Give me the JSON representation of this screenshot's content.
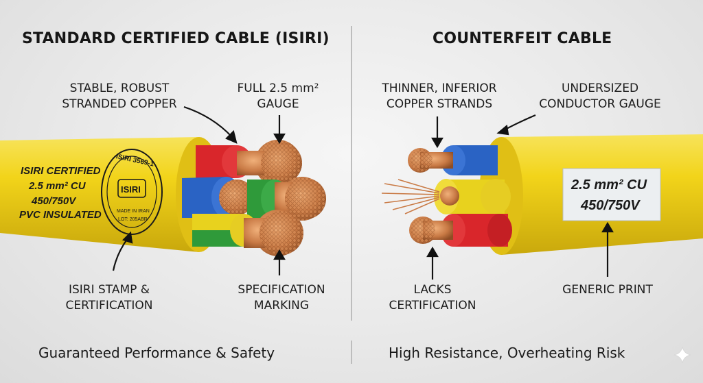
{
  "left": {
    "title": "STANDARD CERTIFIED CABLE (ISIRI)",
    "labels": {
      "stranded": "STABLE, ROBUST\nSTRANDED COPPER",
      "gauge": "FULL 2.5 mm²\nGAUGE",
      "stamp": "ISIRI STAMP &\nCERTIFICATION",
      "spec": "SPECIFICATION\nMARKING"
    },
    "print_lines": [
      "ISIRI CERTIFIED",
      "2.5 mm² CU",
      "450/750V",
      "PVC INSULATED"
    ],
    "stamp": {
      "top": "ISIRI 3569-1",
      "center": "ISIRI",
      "bottom1": "MADE IN IRAN",
      "bottom2": "LOT: 205ABR"
    },
    "footer": "Guaranteed Performance & Safety"
  },
  "right": {
    "title": "COUNTERFEIT CABLE",
    "labels": {
      "strands": "THINNER, INFERIOR\nCOPPER STRANDS",
      "gauge": "UNDERSIZED\nCONDUCTOR GAUGE",
      "cert": "LACKS\nCERTIFICATION",
      "print": "GENERIC PRINT"
    },
    "print_lines": [
      "2.5 mm² CU",
      "450/750V"
    ],
    "footer": "High Resistance, Overheating Risk"
  },
  "colors": {
    "jacket": "#f2d41a",
    "red": "#d9262b",
    "blue": "#2a63c4",
    "green": "#2f9a3a",
    "yellow": "#e8d21e",
    "copper": "#c97a45"
  },
  "icons": {
    "corner": "sparkle-icon"
  }
}
